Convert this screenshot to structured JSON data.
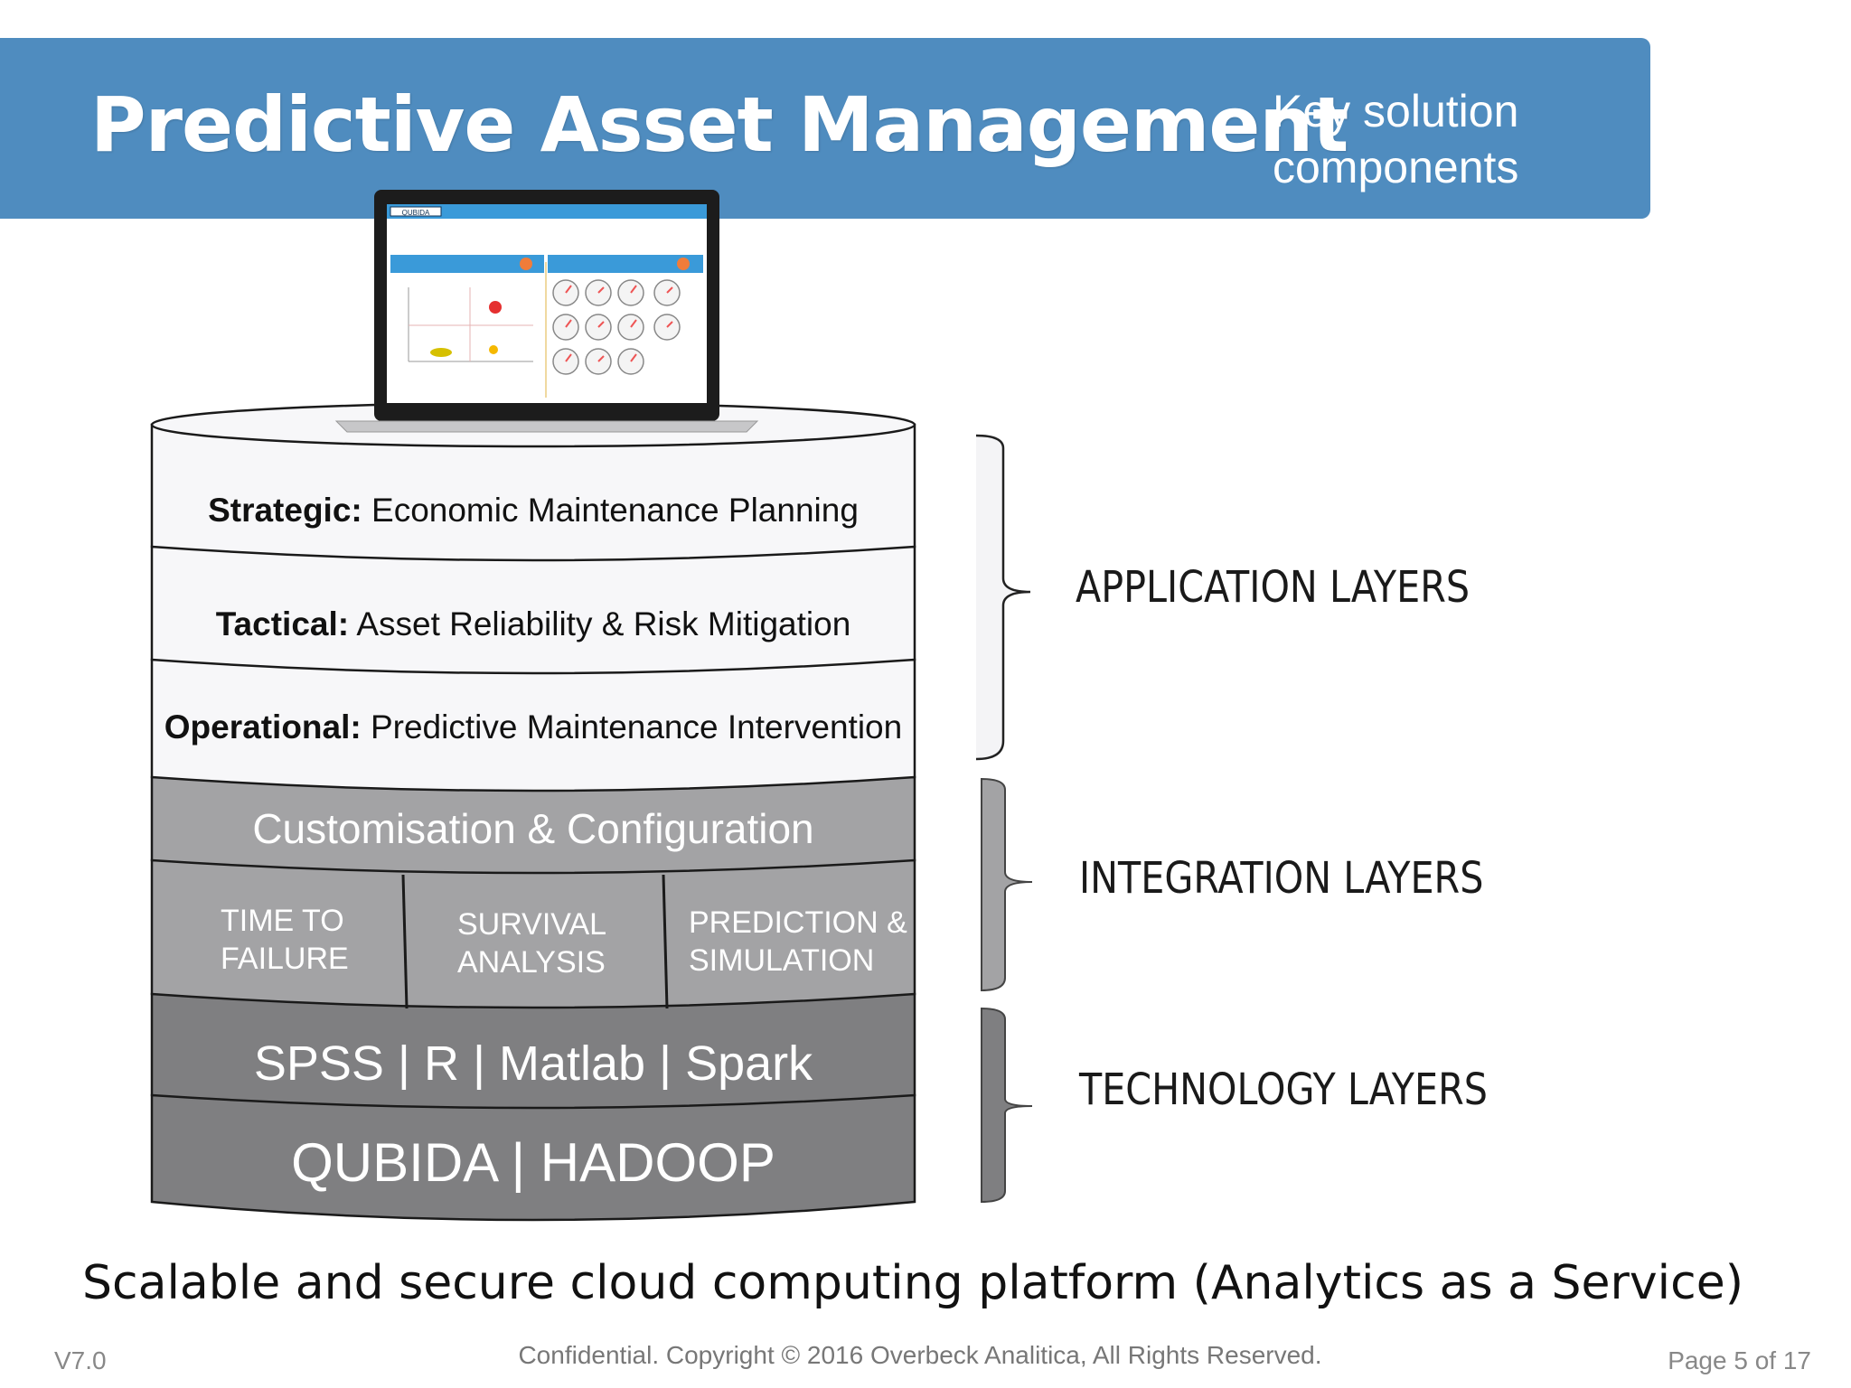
{
  "header": {
    "title": "Predictive Asset Management",
    "subtitle": "Key solution\ncomponents",
    "color": "#4f8cbf"
  },
  "stack": {
    "application": [
      {
        "bold": "Strategic:",
        "text": " Economic Maintenance Planning"
      },
      {
        "bold": "Tactical:",
        "text": " Asset Reliability & Risk Mitigation"
      },
      {
        "bold": "Operational:",
        "text": " Predictive Maintenance Intervention"
      }
    ],
    "integration": {
      "top": "Customisation & Configuration",
      "modules": [
        "TIME TO\nFAILURE",
        "SURVIVAL\nANALYSIS",
        "PREDICTION &\nSIMULATION"
      ]
    },
    "technology": [
      "SPSS | R | Matlab | Spark",
      "QUBIDA | HADOOP"
    ],
    "colors": {
      "application": "#f7f7f9",
      "integration": "#a3a3a5",
      "technology": "#7f7f81"
    }
  },
  "brackets": {
    "application": "APPLICATION LAYERS",
    "integration": "INTEGRATION LAYERS",
    "technology": "TECHNOLOGY LAYERS"
  },
  "laptop": {
    "screen_brand": "QUBIDA"
  },
  "tagline": "Scalable and secure cloud computing platform (Analytics as a Service)",
  "footer": {
    "version": "V7.0",
    "copyright": "Confidential. Copyright © 2016 Overbeck Analitica, All Rights Reserved.",
    "page": "Page 5 of 17"
  }
}
